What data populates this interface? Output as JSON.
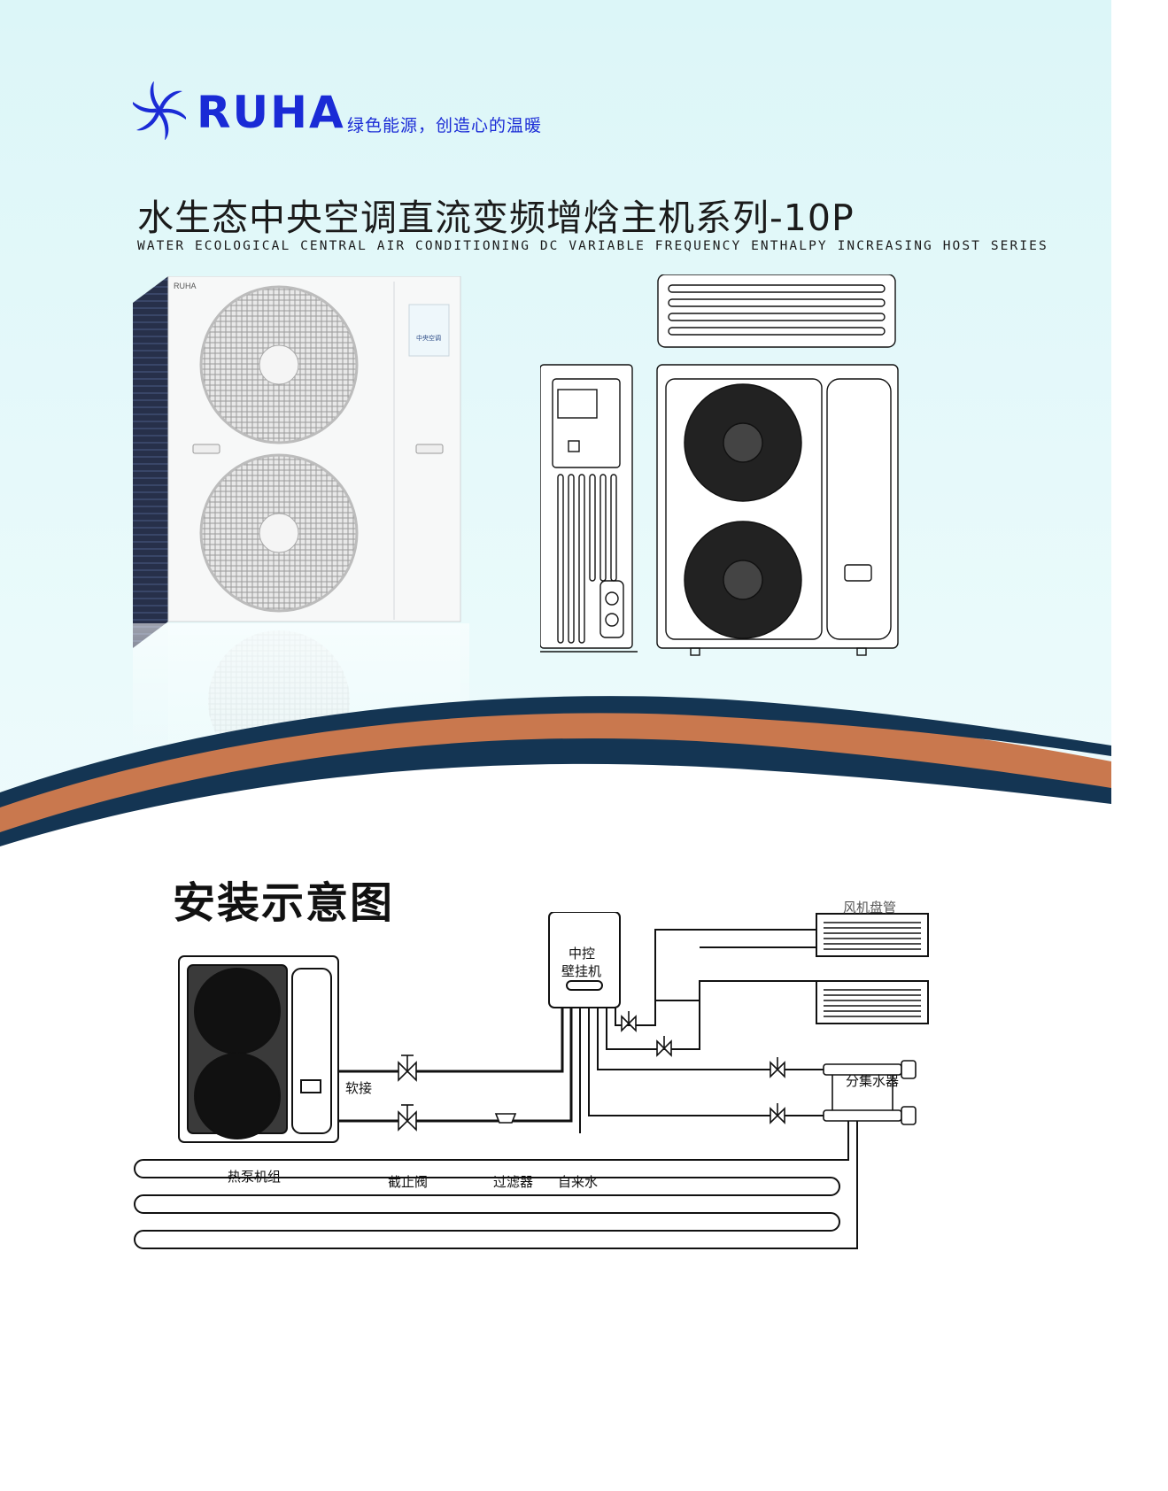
{
  "brand": {
    "name": "RUHA",
    "slogan": "绿色能源，创造心的温暖",
    "color": "#1a2bd6",
    "logo_icon": "swirl-fan-logo"
  },
  "heading": {
    "title": "水生态中央空调直流变频增焓主机系列-10P",
    "subtitle": "WATER ECOLOGICAL CENTRAL AIR CONDITIONING DC VARIABLE FREQUENCY ENTHALPY INCREASING HOST SERIES"
  },
  "product": {
    "unit_brand_mark": "RUHA",
    "panel_label": "中央空调"
  },
  "install": {
    "title": "安装示意图",
    "labels": {
      "fan_coil": "风机盘管",
      "controller_line1": "中控",
      "controller_line2": "壁挂机",
      "hose": "软接",
      "manifold": "分集水器",
      "heat_pump": "热泵机组",
      "stop_valve": "截止阀",
      "filter": "过滤器",
      "tap_water": "自来水"
    }
  },
  "colors": {
    "wave_navy": "#143553",
    "wave_copper": "#c9784e",
    "background_top": "#dcf6f8"
  }
}
